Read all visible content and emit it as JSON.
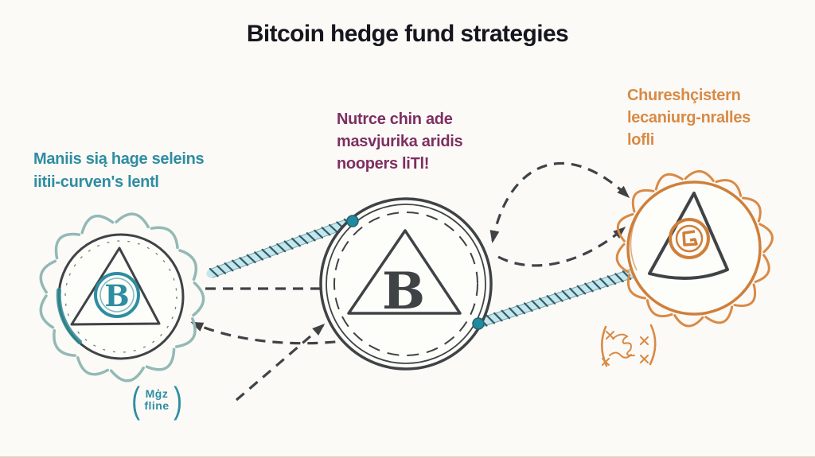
{
  "title": "Bitcoin hedge fund strategies",
  "colors": {
    "background": "#fbfaf7",
    "title": "#16161e",
    "ink": "#3f4346",
    "teal": "#2e8da1",
    "teal_light": "#c5e6ec",
    "rope_ink": "#2c5f6b",
    "gear_teal": "#93b9b5",
    "teal_deep": "#2f8a93",
    "maroon": "#7d2f61",
    "orange": "#d98a45",
    "orange_deep": "#cf7f3a",
    "dot": "#1d8ca1",
    "paper": "#fdfdfa"
  },
  "labels": {
    "left": {
      "lines": [
        "Maniis sią hage seleins",
        "iitii-curven's lentl"
      ]
    },
    "center": {
      "lines": [
        "Nutrce chin ade",
        "masvjurika aridis",
        "noopers liTl!"
      ]
    },
    "right": {
      "lines": [
        "Chureshçistern",
        "lecaniurg-nralles",
        "lofli"
      ]
    }
  },
  "nodes": {
    "left": {
      "glyph": "B"
    },
    "center": {
      "glyph": "B"
    }
  },
  "annotations": {
    "left_note": {
      "open": "(",
      "close": ")",
      "lines": [
        "Mģz",
        "fline"
      ]
    }
  }
}
